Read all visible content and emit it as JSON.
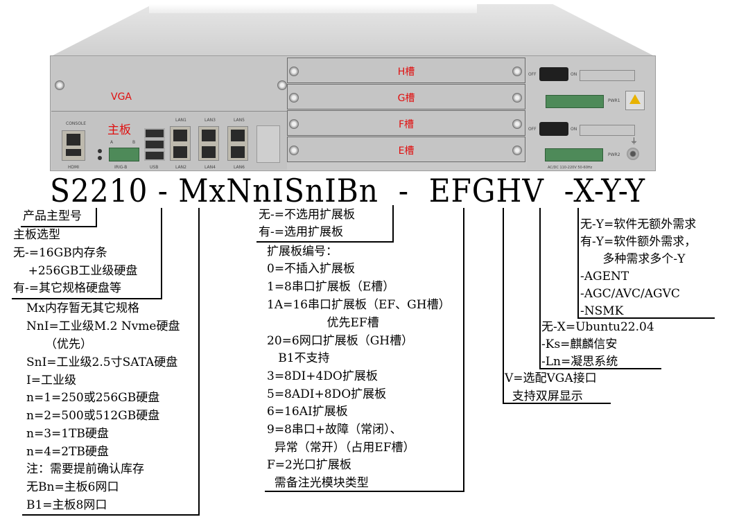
{
  "device": {
    "labels": {
      "vga": "VGA",
      "mainboard": "主板",
      "console": "CONSOLE",
      "hdmi": "HDMI",
      "irig": "IRIG-B",
      "irig_a": "A",
      "irig_b": "B",
      "usb": "USB",
      "lan": [
        "LAN1",
        "LAN2",
        "LAN3",
        "LAN4",
        "LAN5",
        "LAN6"
      ],
      "off": "OFF",
      "on": "ON",
      "pwr1": "PWR1",
      "pwr2": "PWR2",
      "power_spec": "AC/DC 110-220V 50-60Hz"
    },
    "slots": [
      {
        "id": "H",
        "label": "H槽"
      },
      {
        "id": "G",
        "label": "G槽"
      },
      {
        "id": "F",
        "label": "F槽"
      },
      {
        "id": "E",
        "label": "E槽"
      }
    ],
    "label_color": "#e01010"
  },
  "model_code": {
    "text": "S2210 - MxNnISnIBn  -  EFGHV  -X-Y-Y",
    "parts": [
      "S2210",
      "MxNnISnIBn",
      "EFGHV",
      "-X",
      "-Y",
      "-Y"
    ]
  },
  "annotations": {
    "product_model": {
      "title": "产品主型号"
    },
    "mainboard": {
      "lines": [
        "主板选型",
        "无-=16GB内存条",
        "    +256GB工业级硬盘",
        "有-=其它规格硬盘等"
      ],
      "detail": [
        "Mx内存暂无其它规格",
        "NnI=工业级M.2 Nvme硬盘",
        "     （优先）",
        "SnI=工业级2.5寸SATA硬盘",
        "I=工业级",
        "n=1=250或256GB硬盘",
        "n=2=500或512GB硬盘",
        "n=3=1TB硬盘",
        "n=4=2TB硬盘",
        "注：需要提前确认库存",
        "无Bn=主板6网口",
        "B1=主板8网口"
      ]
    },
    "expansion": {
      "lines": [
        "无-=不选用扩展板",
        "有-=选用扩展板"
      ],
      "detail": [
        "扩展板编号：",
        "0=不插入扩展板",
        "1=8串口扩展板（E槽）",
        "1A=16串口扩展板（EF、GH槽）",
        "                优先EF槽",
        "20=6网口扩展板（GH槽）",
        "   B1不支持",
        "3=8DI+4DO扩展板",
        "5=8ADI+8DO扩展板",
        "6=16AI扩展板",
        "9=8串口+故障（常闭）、",
        "  异常（常开）（占用EF槽）",
        "F=2光口扩展板",
        "  需备注光模块类型"
      ]
    },
    "software_y": {
      "lines": [
        "无-Y=软件无额外需求",
        "有-Y=软件额外需求，",
        "      多种需求多个-Y",
        "-AGENT",
        "-AGC/AVC/AGVC",
        "-NSMK"
      ]
    },
    "os_x": {
      "lines": [
        "无-X=Ubuntu22.04",
        "-Ks=麒麟信安",
        "-Ln=凝思系统"
      ]
    },
    "vga_v": {
      "lines": [
        "V=选配VGA接口",
        "  支持双屏显示"
      ]
    }
  }
}
